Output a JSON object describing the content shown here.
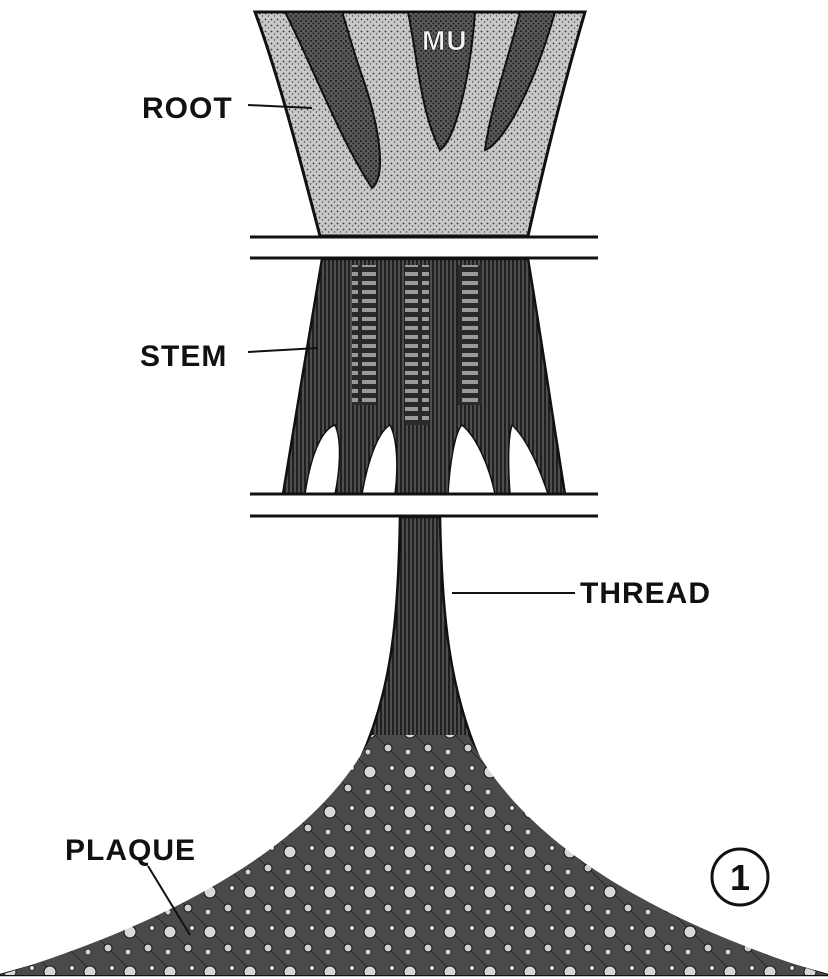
{
  "labels": {
    "mu": "MU",
    "root": "ROOT",
    "stem": "STEM",
    "thread": "THREAD",
    "plaque": "PLAQUE"
  },
  "figure_number": "1",
  "colors": {
    "ink": "#111111",
    "paper": "#ffffff",
    "tissue_dark": "#2b2b2b",
    "tissue_mid": "#6a6a6a",
    "tissue_light": "#bdbdbd"
  }
}
